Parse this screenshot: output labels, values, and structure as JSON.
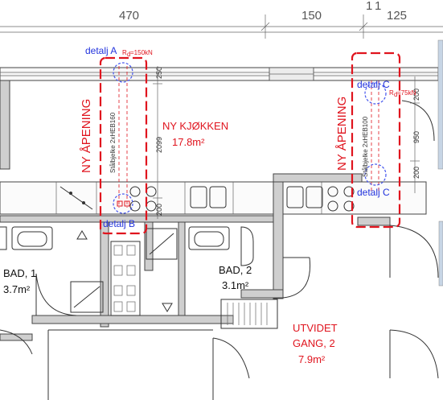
{
  "dimensions": {
    "d1": "470",
    "d2": "150",
    "d3": "125",
    "d4": "1",
    "d5": "1"
  },
  "dims_vertical": {
    "v250": "250",
    "v2099": "2099",
    "v200a": "200",
    "v950": "950",
    "v200b": "200",
    "v200c": "200"
  },
  "openings": {
    "left": "NY ÅPENING",
    "right": "NY ÅPENING"
  },
  "kitchen": {
    "name": "NY KJØKKEN",
    "area": "17.8m²"
  },
  "beams": {
    "left": "Stålbjelke 2xHEB160",
    "right": "Stålbjelke 2xHEB100"
  },
  "loads": {
    "left": "R",
    "left_sub": "d",
    "left_val": "=150kN",
    "right": "R",
    "right_sub": "d",
    "right_val": "=75kN"
  },
  "details": {
    "a": "detalj A",
    "b": "detalj B",
    "c1": "detalj C",
    "c2": "detalj C"
  },
  "bath1": {
    "name": "BAD, 1",
    "area": "3.7m²"
  },
  "bath2": {
    "name": "BAD, 2",
    "area": "3.1m²"
  },
  "hall": {
    "line1": "UTVIDET",
    "line2": "GANG, 2",
    "area": "7.9m²"
  },
  "colors": {
    "red": "#e0141e",
    "blue": "#2233dd",
    "wall": "#cfcfcf"
  }
}
